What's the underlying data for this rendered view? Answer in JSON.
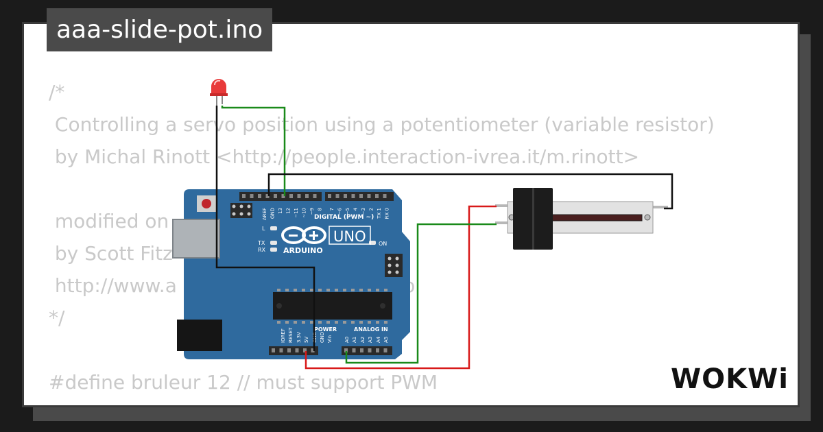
{
  "project": {
    "title": "aaa-slide-pot.ino"
  },
  "code_lines": [
    "/*",
    " Controlling a servo position using a potentiometer (variable resistor)",
    " by Michal Rinott <http://people.interaction-ivrea.it/m.rinott>",
    "",
    " modified on",
    " by Scott Fitz",
    " http://www.a                              /Knob",
    "*/",
    "",
    "#define bruleur 12 // must support PWM"
  ],
  "arduino": {
    "logo_text": "ARDUINO",
    "model": "UNO",
    "digital_label": "DIGITAL (PWM ~)",
    "power_label": "POWER",
    "analog_label": "ANALOG IN",
    "on_label": "ON",
    "led_labels": [
      "L",
      "TX",
      "RX"
    ],
    "top_pins": [
      "AREF",
      "GND",
      "13",
      "12",
      "~11",
      "~10",
      "~9",
      "8",
      "7",
      "~6",
      "~5",
      "4",
      "~3",
      "2",
      "TX 1",
      "RX 0"
    ],
    "bottom_pins": [
      "IOREF",
      "RESET",
      "3.3V",
      "5V",
      "GND",
      "GND",
      "Vin",
      "A0",
      "A1",
      "A2",
      "A3",
      "A4",
      "A5"
    ]
  },
  "brand": {
    "logo": "WOKWi"
  },
  "colors": {
    "board": "#2f6a9e",
    "wire_green": "#1a8a1a",
    "wire_red": "#d81919",
    "wire_black": "#111111",
    "led": "#e83a3a",
    "code_text": "#c9c9c9"
  }
}
